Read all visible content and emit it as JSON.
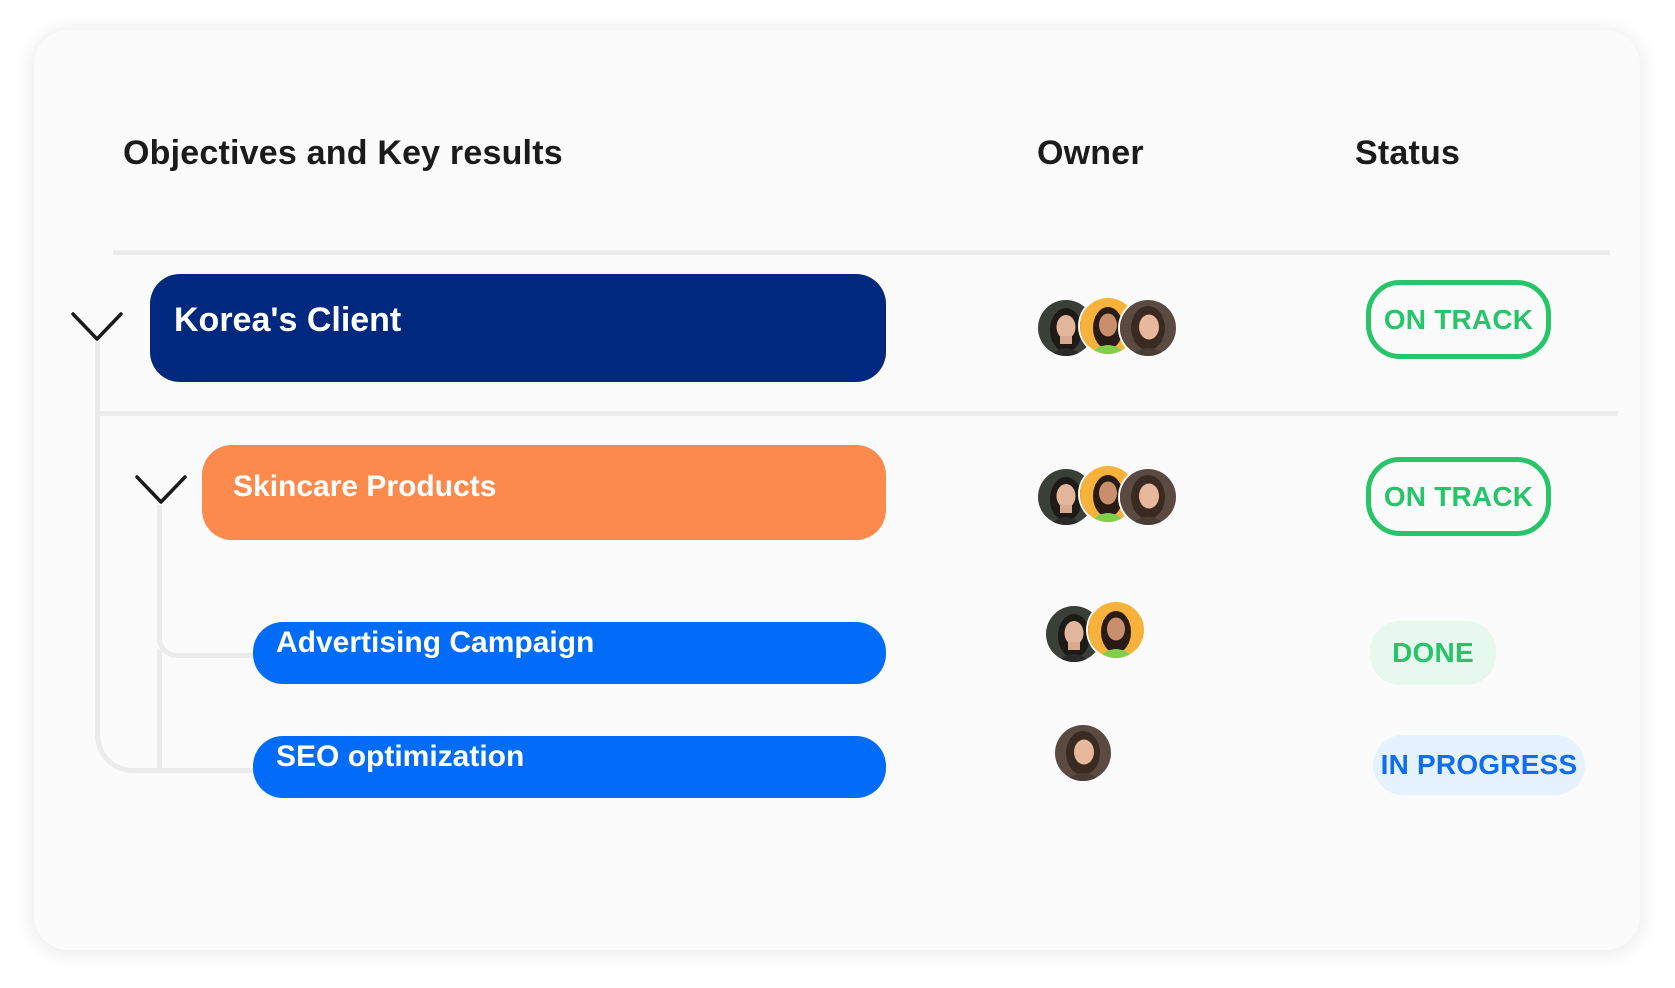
{
  "columns": {
    "objectives": "Objectives and Key results",
    "owner": "Owner",
    "status": "Status"
  },
  "colors": {
    "objective_navy": "#01287f",
    "key_result_orange": "#fd8a4d",
    "task_blue": "#006cf7",
    "status_green": "#27c46a",
    "status_blue": "#0f6df0"
  },
  "rows": [
    {
      "label": "Korea's Client",
      "level": "objective",
      "owners": [
        "avatar-woman-dark",
        "avatar-woman-yellow",
        "avatar-woman-smiling"
      ],
      "status": "ON TRACK"
    },
    {
      "label": "Skincare Products",
      "level": "key-result",
      "owners": [
        "avatar-woman-dark",
        "avatar-woman-yellow",
        "avatar-woman-smiling"
      ],
      "status": "ON TRACK"
    },
    {
      "label": "Advertising Campaign",
      "level": "task",
      "owners": [
        "avatar-woman-dark",
        "avatar-woman-yellow"
      ],
      "status": "DONE"
    },
    {
      "label": "SEO optimization",
      "level": "task",
      "owners": [
        "avatar-woman-smiling"
      ],
      "status": "IN PROGRESS"
    }
  ]
}
